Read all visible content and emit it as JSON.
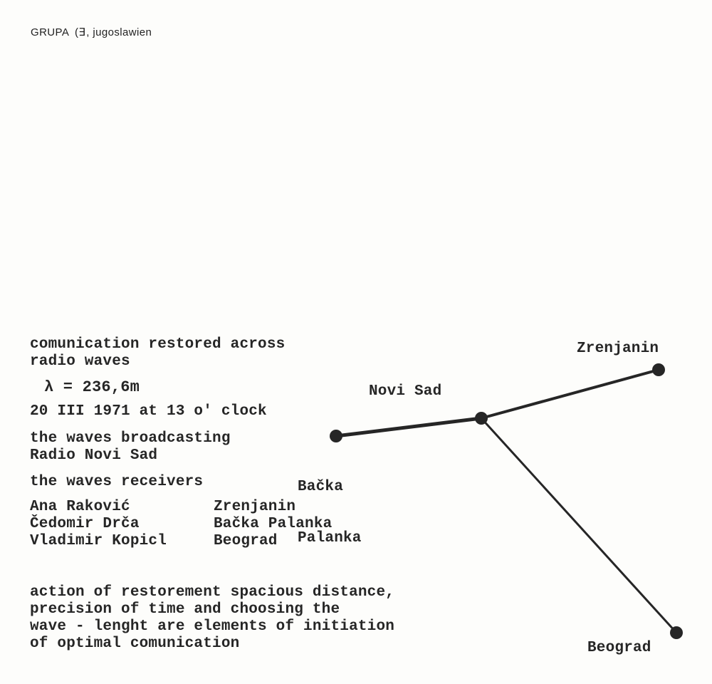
{
  "header": {
    "group": "GRUPA",
    "logo": "(∃",
    "location": ", jugoslawien"
  },
  "text": {
    "intro": [
      "comunication restored across",
      "radio waves"
    ],
    "wavelength": "λ = 236,6m",
    "datetime": "20 III 1971  at 13 o' clock",
    "broadcast": [
      "the waves broadcasting",
      "Radio Novi Sad"
    ],
    "receivers_title": "the waves receivers",
    "receivers": [
      {
        "name": "Ana Raković",
        "city": "Zrenjanin"
      },
      {
        "name": "Čedomir Drča",
        "city": "Bačka Palanka"
      },
      {
        "name": "Vladimir Kopicl",
        "city": "Beograd"
      }
    ],
    "closing": [
      "action of restorement spacious distance,",
      "precision of time and choosing the",
      "wave - lenght are elements of initiation",
      "of optimal comunication"
    ]
  },
  "map": {
    "labels": {
      "zrenjanin": "Zrenjanin",
      "novi_sad": "Novi Sad",
      "backa_palanka": [
        "Bačka",
        "Palanka"
      ],
      "beograd": "Beograd"
    },
    "colors": {
      "ink": "#262626"
    }
  }
}
